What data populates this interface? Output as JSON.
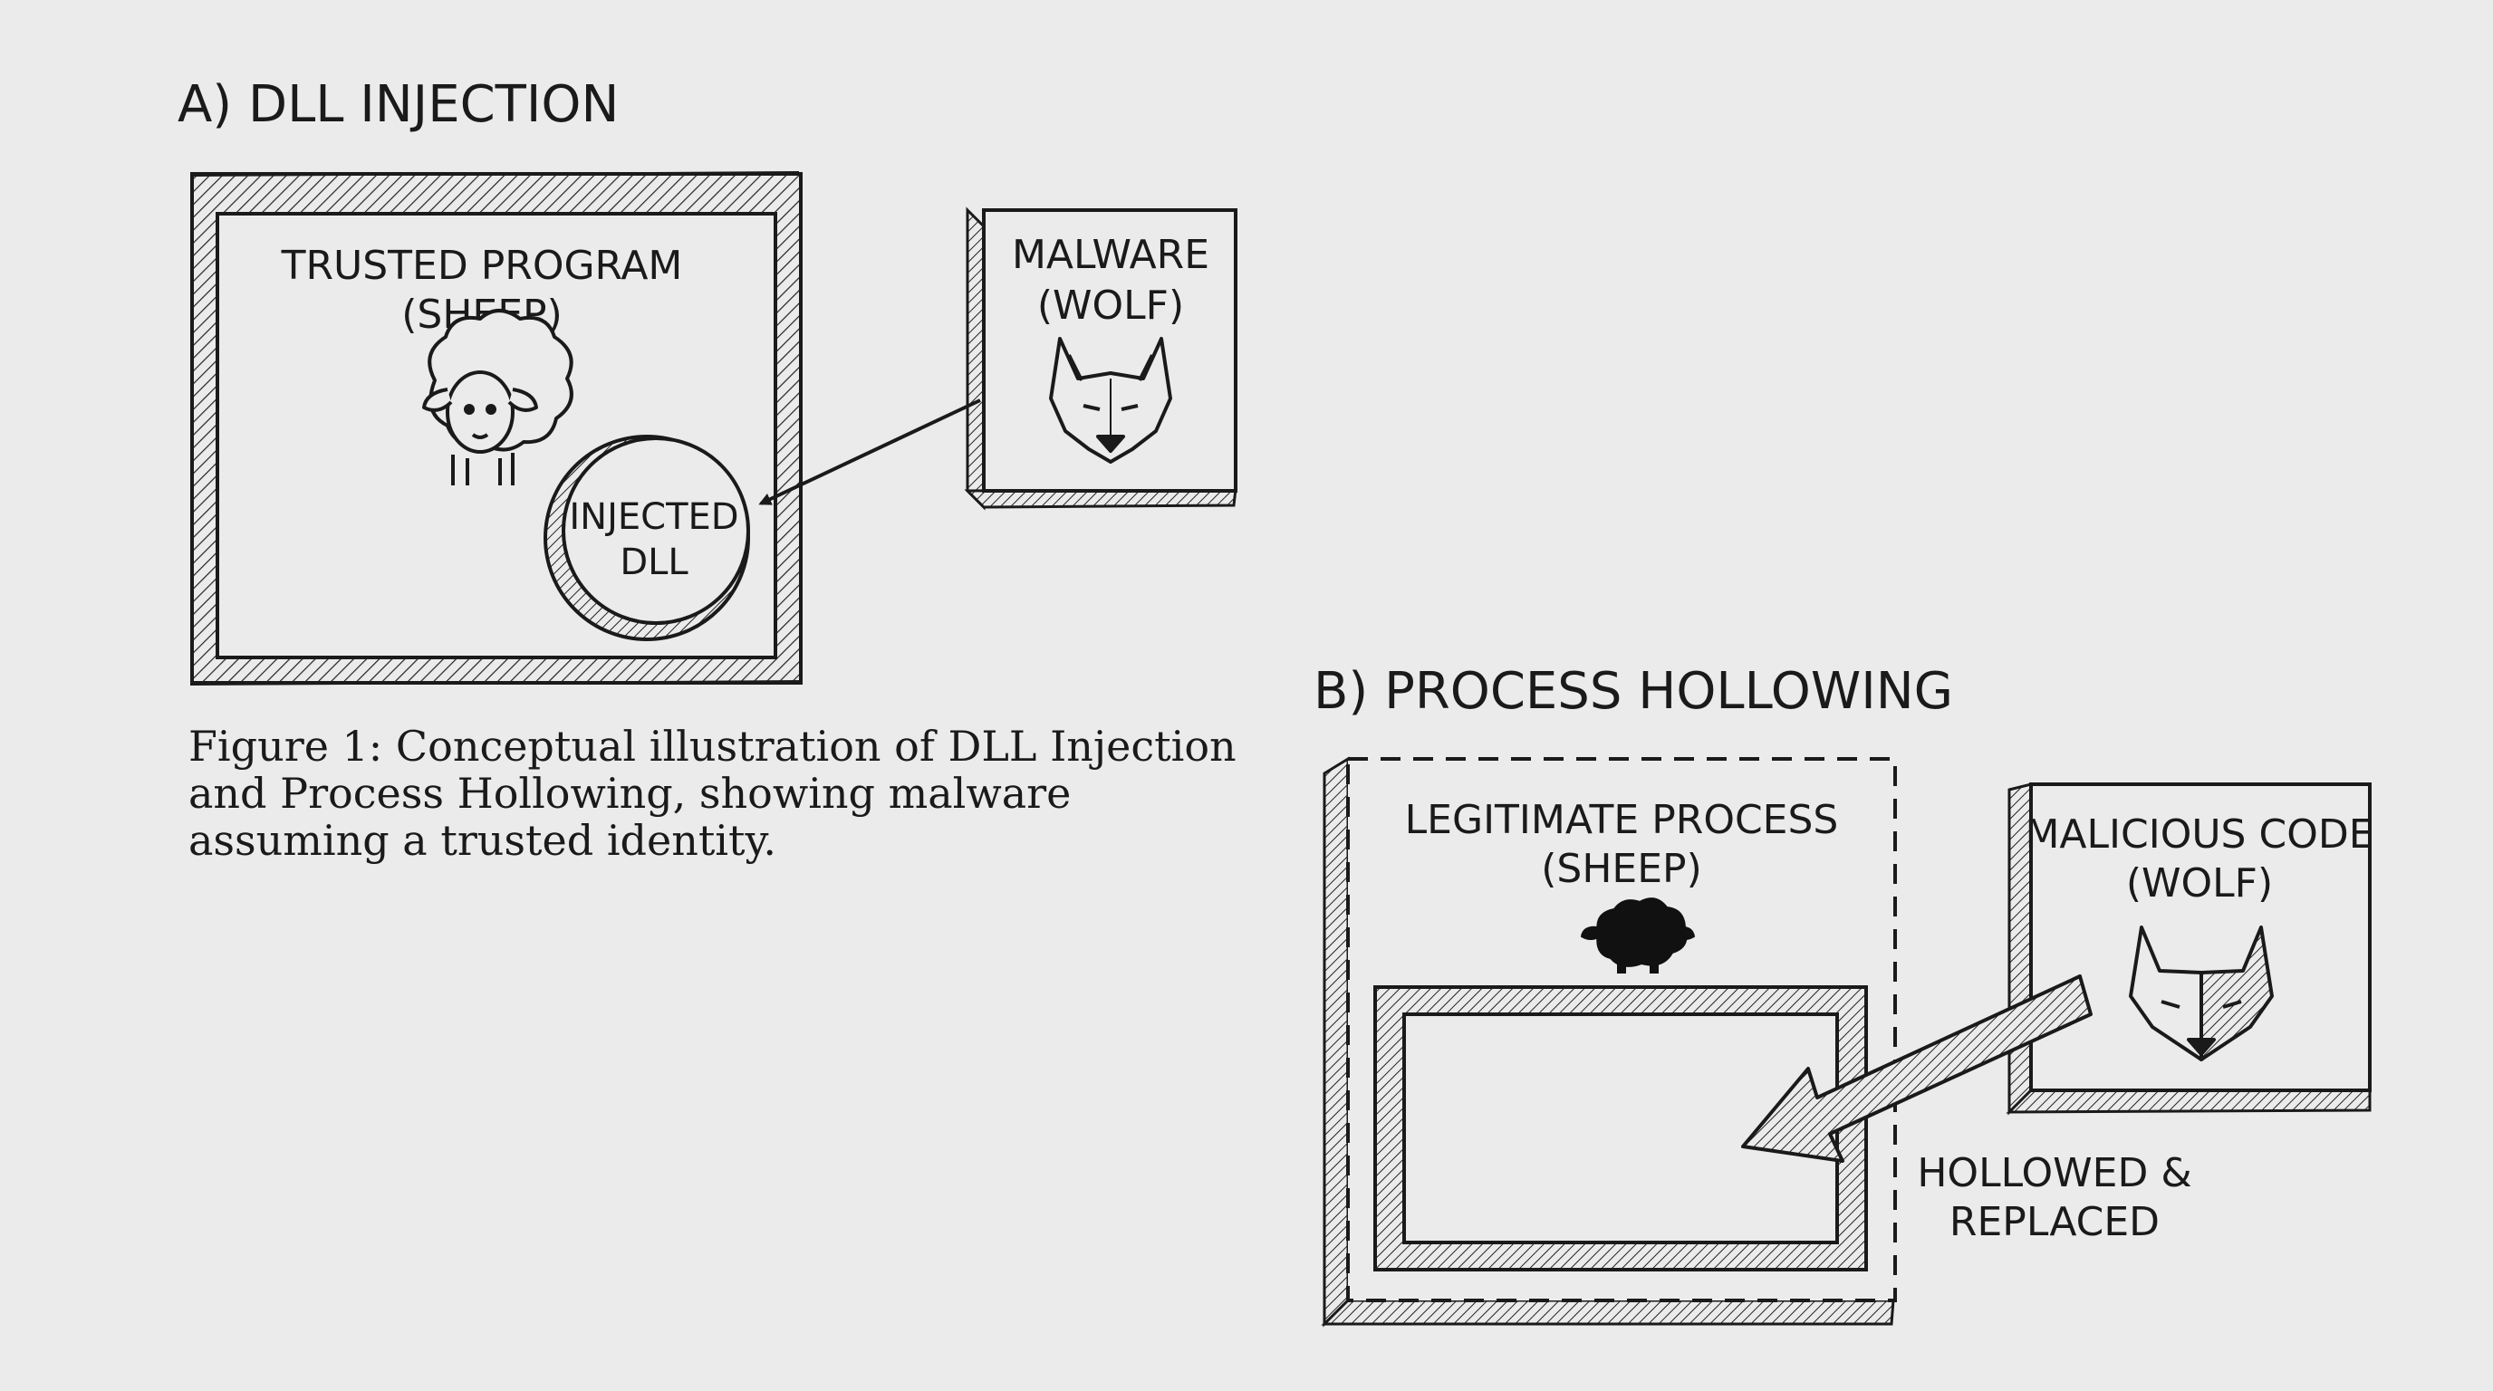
{
  "section_a": {
    "title": "A) DLL INJECTION",
    "trusted_program": {
      "line1": "TRUSTED PROGRAM",
      "line2": "(SHEEP)"
    },
    "malware": {
      "line1": "MALWARE",
      "line2": "(WOLF)"
    },
    "injected_dll": {
      "line1": "INJECTED",
      "line2": "DLL"
    }
  },
  "caption": {
    "line1": "Figure 1: Conceptual illustration of DLL Injection",
    "line2": "and  Process  Hollowing,  showing  malware",
    "line3": "assuming a trusted identity."
  },
  "section_b": {
    "title": "B) PROCESS HOLLOWING",
    "legit_process": {
      "line1": "LEGITIMATE PROCESS",
      "line2": "(SHEEP)"
    },
    "malicious_code": {
      "line1": "MALICIOUS CODE",
      "line2": "(WOLF)"
    },
    "hollowed": {
      "line1": "HOLLOWED &",
      "line2": "REPLACED"
    }
  },
  "icons": {
    "sheep": "sheep-icon",
    "wolf": "wolf-icon",
    "sheep_silhouette": "sheep-silhouette-icon",
    "half_wolf": "half-wolf-icon"
  },
  "colors": {
    "background": "#ebebeb",
    "ink": "#1a1a1a"
  }
}
